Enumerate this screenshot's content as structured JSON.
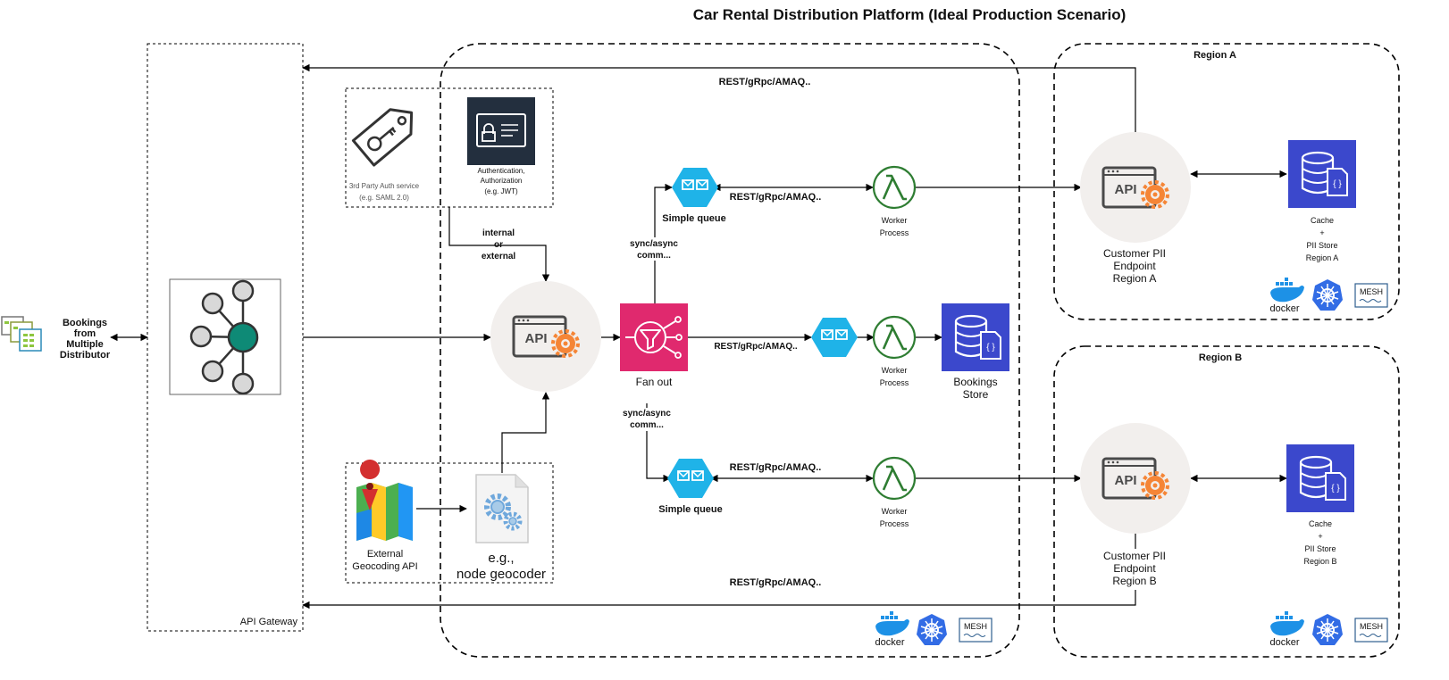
{
  "title": "Car Rental Distribution Platform (Ideal Production Scenario)",
  "labels": {
    "bookings": [
      "Bookings",
      "from",
      "Multiple",
      "Distributor"
    ],
    "api_gateway": "API Gateway",
    "third_party_auth": [
      "3rd Party  Auth service",
      "(e.g. SAML 2.0)"
    ],
    "authn": [
      "Authentication,",
      "Authorization",
      "(e.g. JWT)"
    ],
    "internal_external": [
      "internal",
      "or",
      "external"
    ],
    "rest_top": "REST/gRpc/AMAQ..",
    "rest_bottom": "REST/gRpc/AMAQ..",
    "rest_q1": "REST/gRpc/AMAQ..",
    "rest_q2": "REST/gRpc/AMAQ..",
    "rest_q3": "REST/gRpc/AMAQ..",
    "simple_queue_1": "Simple queue",
    "simple_queue_2": "Simple queue",
    "sync_async_1": [
      "sync/async",
      "comm..."
    ],
    "sync_async_2": [
      "sync/async",
      "comm..."
    ],
    "fan_out": "Fan out",
    "worker_process": [
      "Worker",
      "Process"
    ],
    "bookings_store": [
      "Bookings",
      "Store"
    ],
    "external_geocoding": [
      "External",
      "Geocoding API"
    ],
    "node_geocoder": [
      "e.g.,",
      "node geocoder"
    ],
    "region_a": "Region A",
    "region_b": "Region B",
    "pii_endpoint_a": [
      "Customer PII",
      "Endpoint",
      "Region A"
    ],
    "pii_endpoint_b": [
      "Customer PII",
      "Endpoint",
      "Region B"
    ],
    "cache_a": [
      "Cache",
      "+",
      "PII Store",
      "Region A"
    ],
    "cache_b": [
      "Cache",
      "+",
      "PII Store",
      "Region B"
    ],
    "api_text": "API",
    "docker": "docker",
    "mesh": "MESH"
  },
  "colors": {
    "queue": "#1fb3e8",
    "lambda": "#2e7d32",
    "fanout": "#e0296e",
    "store": "#3b48cc",
    "api_bg": "#f2efed",
    "api_gear": "#f58536",
    "auth_bg": "#232f3e",
    "hub": "#0e8a76",
    "docker": "#1d91e6",
    "k8s": "#326ce5"
  },
  "icons": [
    "router-hub-icon",
    "tag-key-icon",
    "id-card-icon",
    "api-gear-icon",
    "queue-icon",
    "lambda-icon",
    "fanout-icon",
    "database-icon",
    "map-icon",
    "gear-doc-icon",
    "docker-icon",
    "kubernetes-icon",
    "mesh-icon",
    "servers-icon"
  ]
}
